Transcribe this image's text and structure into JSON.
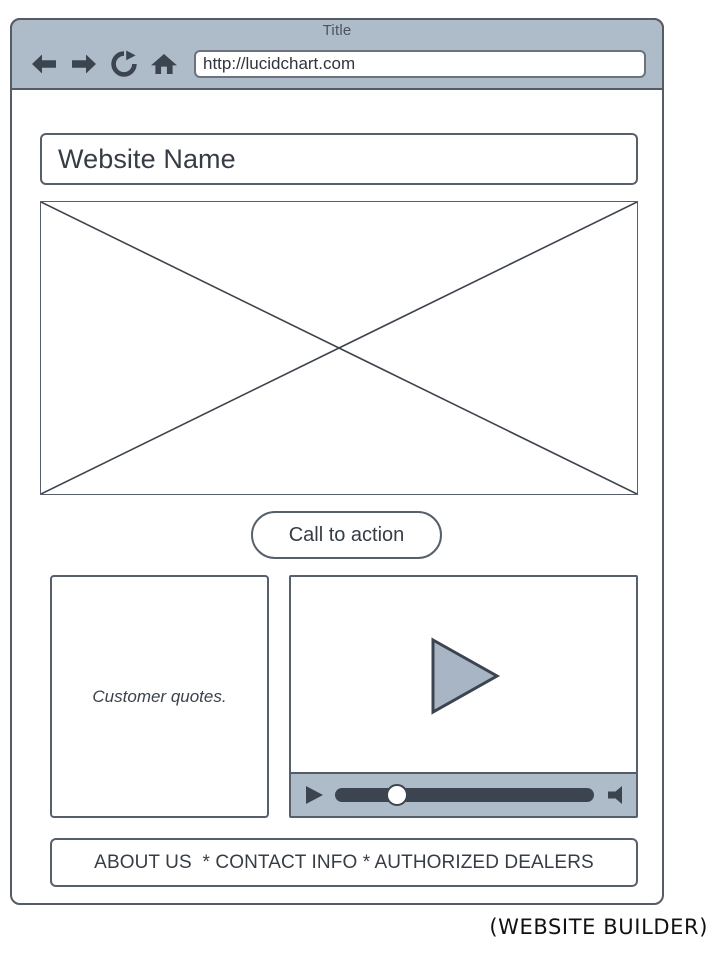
{
  "browser": {
    "window_title": "Title",
    "toolbar": {
      "back_icon": "back-arrow-icon",
      "forward_icon": "forward-arrow-icon",
      "reload_icon": "reload-icon",
      "home_icon": "home-icon"
    },
    "address_bar": {
      "url": "http://lucidchart.com",
      "placeholder": "http://lucidchart.com"
    }
  },
  "page": {
    "website_name": "Website Name",
    "hero_image": {
      "placeholder_icon": "image-placeholder-cross"
    },
    "cta": {
      "label": "Call to action"
    },
    "quote_panel": {
      "text": "Customer quotes."
    },
    "video": {
      "play_icon": "play-triangle-icon",
      "controls": {
        "play_icon": "play-icon",
        "volume_icon": "volume-icon",
        "seek_position_percent": 24
      }
    },
    "footer_nav": {
      "text": "ABOUT US  * CONTACT INFO * AUTHORIZED DEALERS"
    }
  },
  "caption": {
    "text": "(WEBSITE BUILDER)"
  },
  "colors": {
    "chrome_fill": "#aebcca",
    "outline": "#555c66",
    "ink": "#373d45",
    "accent_shape": "#a8b5c4",
    "control_dark": "#3c444f",
    "page_background": "#ffffff"
  }
}
